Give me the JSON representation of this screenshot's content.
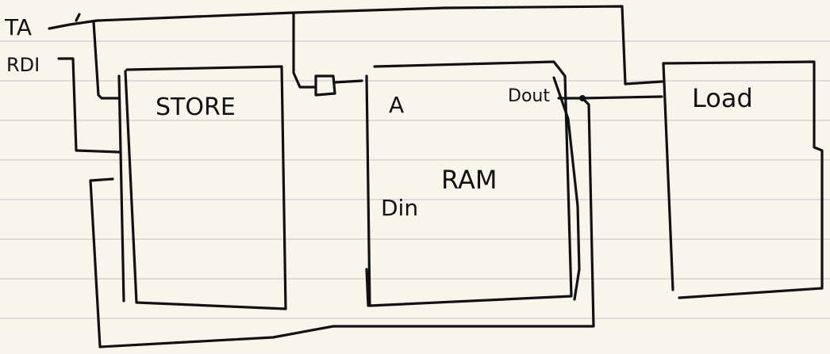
{
  "signals": {
    "ta": "TA",
    "rdi": "RDI"
  },
  "blocks": {
    "store": {
      "label": "STORE"
    },
    "ram": {
      "label": "RAM",
      "ports": {
        "address": "A",
        "data_out": "Dout",
        "data_in": "Din"
      }
    },
    "load": {
      "label": "Load"
    }
  }
}
